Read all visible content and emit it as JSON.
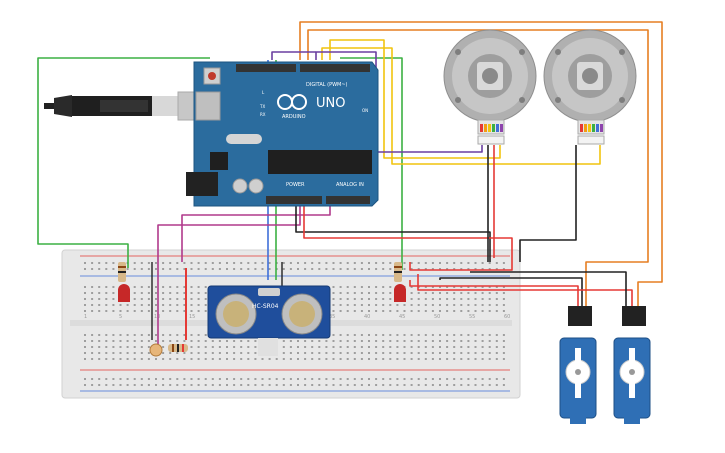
{
  "arduino": {
    "board_name": "UNO",
    "brand": "ARDUINO",
    "digital_label": "DIGITAL (PWM~)",
    "power_label": "POWER",
    "analog_label": "ANALOG IN",
    "on_label": "ON",
    "l_label": "L",
    "tx_label": "TX",
    "rx_label": "RX"
  },
  "ultrasonic": {
    "model": "HC-SR04"
  },
  "breadboard": {
    "column_numbers": [
      "1",
      "5",
      "10",
      "15",
      "20",
      "25",
      "30",
      "35",
      "40",
      "45",
      "50",
      "55",
      "60"
    ]
  },
  "colors": {
    "wire_green": "#3cb043",
    "wire_orange": "#e67e22",
    "wire_yellow": "#f1c40f",
    "wire_red": "#e53935",
    "wire_black": "#222222",
    "wire_magenta": "#b03a8c",
    "wire_blue": "#3f6fd8",
    "wire_purple": "#6a3fa0",
    "board_blue": "#2b6c9e",
    "servo_blue": "#2f6fb5",
    "led_red": "#c62828"
  }
}
